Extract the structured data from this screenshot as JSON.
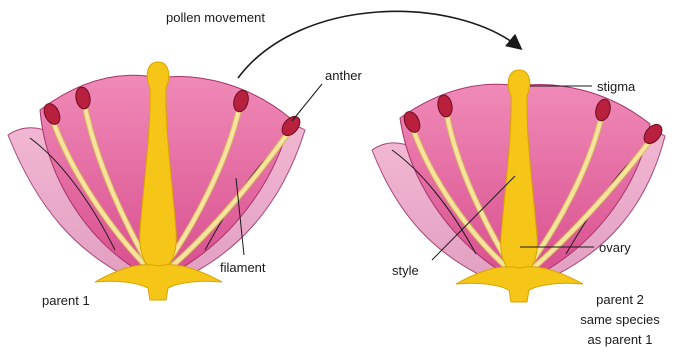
{
  "labels": {
    "pollen_movement": "pollen movement",
    "anther": "anther",
    "filament": "filament",
    "parent1": "parent 1",
    "stigma": "stigma",
    "style": "style",
    "ovary": "ovary",
    "parent2_line1": "parent 2",
    "parent2_line2": "same species",
    "parent2_line3": "as parent 1"
  },
  "colors": {
    "petal_outer": "#e9a8c8",
    "petal_inner": "#e0559a",
    "petal_dark": "#c8407f",
    "pistil": "#f5c518",
    "pistil_edge": "#d9a400",
    "filament": "#f6e3a0",
    "anther": "#b8203d"
  }
}
